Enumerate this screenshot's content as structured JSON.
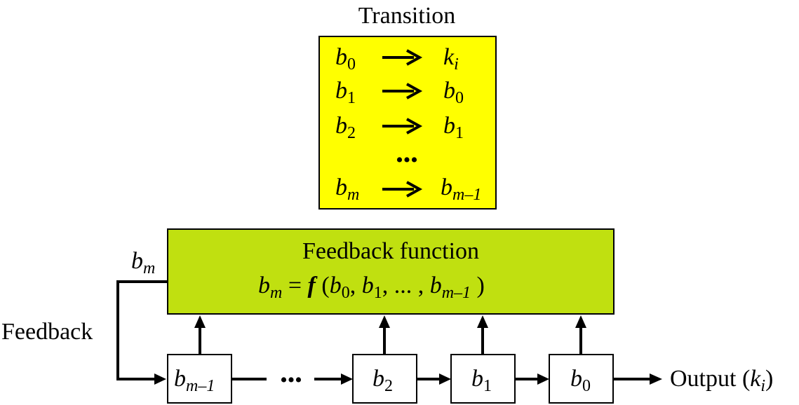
{
  "transition": {
    "title": "Transition",
    "box_color": "#ffff00",
    "rows": [
      {
        "left": "b",
        "left_sub": "0",
        "right": "k",
        "right_sub": "i"
      },
      {
        "left": "b",
        "left_sub": "1",
        "right": "b",
        "right_sub": "0"
      },
      {
        "left": "b",
        "left_sub": "2",
        "right": "b",
        "right_sub": "1"
      },
      {
        "left": "b",
        "left_sub": "m",
        "right": "b",
        "right_sub": "m–1"
      }
    ],
    "ellipsis": "•••"
  },
  "feedback_function": {
    "title": "Feedback function",
    "box_color": "#c0e010",
    "formula": {
      "lhs": "b",
      "lhs_sub": "m",
      "equals": " = ",
      "fn": "f",
      "open": " (",
      "args": [
        {
          "base": "b",
          "sub": "0",
          "after": ", "
        },
        {
          "base": "b",
          "sub": "1",
          "after": ", ... , "
        },
        {
          "base": "b",
          "sub": "m–1",
          "after": ""
        }
      ],
      "close": " )"
    }
  },
  "feedback_label": "Feedback",
  "bm_label": {
    "base": "b",
    "sub": "m"
  },
  "registers": [
    {
      "base": "b",
      "sub": "m–1"
    },
    {
      "base": "b",
      "sub": "2"
    },
    {
      "base": "b",
      "sub": "1"
    },
    {
      "base": "b",
      "sub": "0"
    }
  ],
  "register_ellipsis": "•••",
  "output": {
    "prefix": "Output (",
    "base": "k",
    "sub": "i",
    "suffix": ")"
  }
}
